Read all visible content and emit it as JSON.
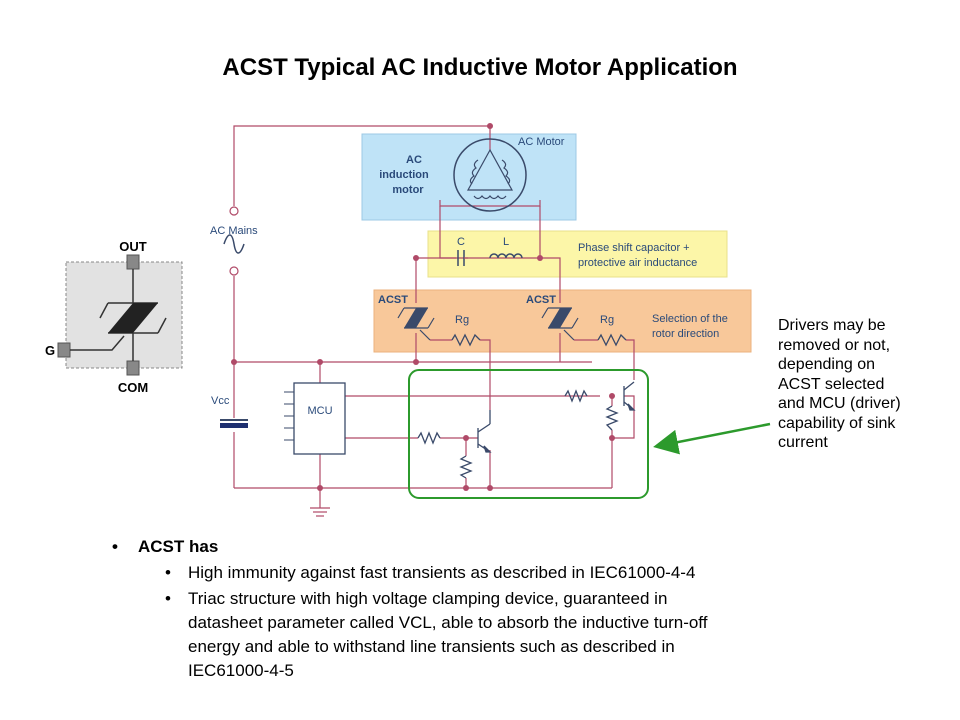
{
  "title": "ACST Typical AC Inductive Motor Application",
  "package": {
    "out_label": "OUT",
    "g_label": "G",
    "com_label": "COM"
  },
  "motor_block": {
    "caption": "AC Motor",
    "label_lines": [
      "AC",
      "induction",
      "motor"
    ]
  },
  "mains_label": "AC Mains",
  "vcc_label": "Vcc",
  "mcu_label": "MCU",
  "phase_block": {
    "c_label": "C",
    "l_label": "L",
    "desc_lines": [
      "Phase shift capacitor +",
      "protective air inductance"
    ]
  },
  "acst_block": {
    "acst1": "ACST",
    "acst2": "ACST",
    "rg1": "Rg",
    "rg2": "Rg",
    "desc_lines": [
      "Selection of the",
      "rotor direction"
    ]
  },
  "callout_lines": [
    "Drivers may be",
    "removed or not,",
    "depending on",
    "ACST selected",
    "and MCU (driver)",
    "capability of sink",
    "current"
  ],
  "bullets": {
    "main": "ACST has",
    "sub1": "High immunity against fast transients as described in IEC61000-4-4",
    "sub2_lines": [
      "Triac structure with high voltage clamping device, guaranteed in",
      "datasheet parameter called VCL, able to absorb the inductive turn-off",
      "energy and able to withstand line transients such as described in",
      "IEC61000-4-5"
    ]
  },
  "colors": {
    "wire": "#b04a68",
    "motor_fill": "#bfe3f7",
    "phase_fill": "#fcf6a8",
    "acst_fill": "#f8c89a",
    "driver_box": "#2c9a2c",
    "package_fill": "#e2e2e2",
    "symbol": "#3a4a6a"
  }
}
